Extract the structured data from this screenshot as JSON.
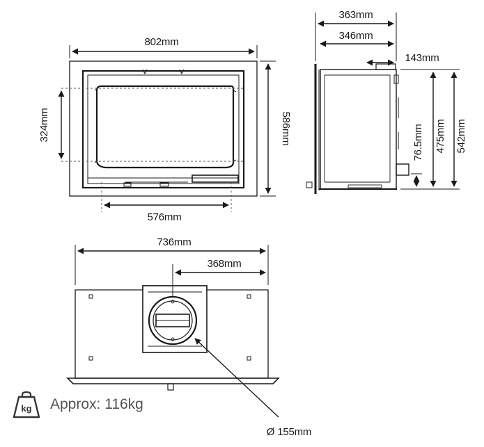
{
  "front_view": {
    "width_label": "802mm",
    "height_label": "586mm",
    "glass_height_label": "324mm",
    "glass_width_label": "576mm"
  },
  "side_view": {
    "depth_outer_label": "363mm",
    "depth_inner_label": "346mm",
    "flue_offset_label": "143mm",
    "height_outer_label": "542mm",
    "height_inner_label": "475mm",
    "outlet_height_label": "76.5mm"
  },
  "top_view": {
    "width_label": "736mm",
    "half_width_label": "368mm",
    "flue_diameter_label": "Ø 155mm"
  },
  "weight": {
    "icon_label": "kg",
    "text": "Approx: 116kg"
  },
  "colors": {
    "line": "#1a1a1a",
    "thin": "#555555"
  }
}
